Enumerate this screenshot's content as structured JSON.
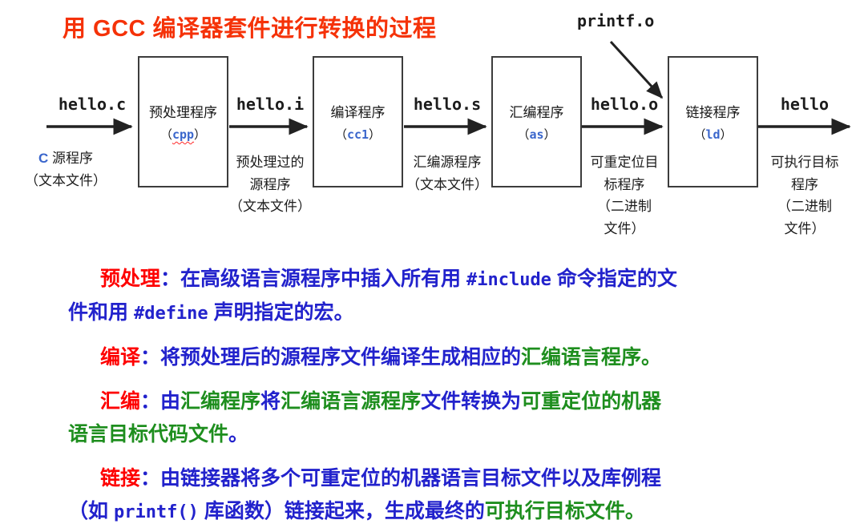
{
  "title": "用 GCC 编译器套件进行转换的过程",
  "colors": {
    "title_red": "#f53208",
    "term_red": "#fe0000",
    "body_blue": "#2222cc",
    "body_green": "#1e8e1e",
    "tool_blue": "#3a66cc",
    "diagram_ink": "#1c1c1c"
  },
  "diagram": {
    "printf_file": "printf.o",
    "paren_open": "（",
    "paren_close": "）",
    "boxes": [
      {
        "name": "预处理程序",
        "tool": "cpp"
      },
      {
        "name": "编译程序",
        "tool": "cc1"
      },
      {
        "name": "汇编程序",
        "tool": "as"
      },
      {
        "name": "链接程序",
        "tool": "ld"
      }
    ],
    "flows": [
      {
        "file": "hello.c",
        "desc_highlight": "C",
        "desc": " 源程序\n（文本文件）"
      },
      {
        "file": "hello.i",
        "desc": "预处理过的\n源程序\n（文本文件）"
      },
      {
        "file": "hello.s",
        "desc": "汇编源程序\n（文本文件）"
      },
      {
        "file": "hello.o",
        "desc": "可重定位目\n标程序\n（二进制\n文件）"
      },
      {
        "file": "hello",
        "desc": "可执行目标\n程序\n（二进制\n文件）"
      }
    ]
  },
  "paragraphs": [
    {
      "term": "预处理",
      "s1": "：在高级语言源程序中插入所有用 ",
      "code1": "#include",
      "s2": " 命令指定的文\n件和用 ",
      "code2": "#define",
      "s3": " 声明指定的宏。"
    },
    {
      "term": "编译",
      "s1": "：将预处理后的源程序文件编译生成相应的",
      "g1": "汇编语言程序。"
    },
    {
      "term": "汇编",
      "s1": "：由",
      "g1": "汇编程序",
      "s2": "将",
      "g2": "汇编语言源程序",
      "s3": "文件转换为",
      "g3": "可重定位的机器\n语言目标代码文件",
      "s4": "。"
    },
    {
      "term": "链接",
      "s1": "：由链接器将多个可重定位的机器语言目标文件以及库例程\n（如 ",
      "code1": "printf()",
      "s2": " 库函数）链接起来，生成最终的",
      "g1": "可执行目标文件。"
    }
  ]
}
